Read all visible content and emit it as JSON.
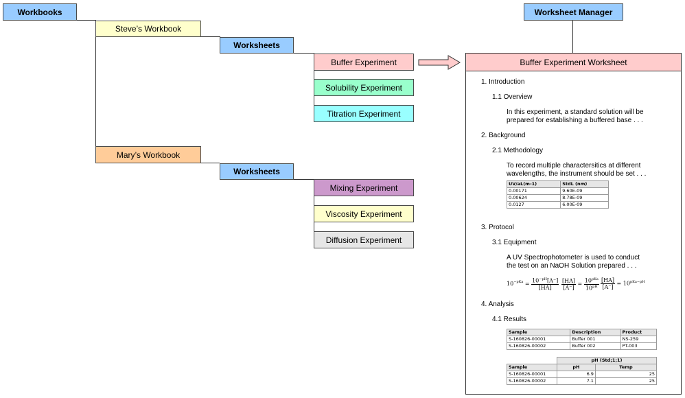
{
  "tree": {
    "root_label": "Workbooks",
    "workbooks": [
      {
        "label": "Steve’s Workbook",
        "color": "#ffffcc",
        "worksheets_label": "Worksheets",
        "worksheets": [
          {
            "label": "Buffer Experiment",
            "color": "#ffcccc"
          },
          {
            "label": "Solubility Experiment",
            "color": "#99ffcc"
          },
          {
            "label": "Titration Experiment",
            "color": "#99ffff"
          }
        ]
      },
      {
        "label": "Mary’s Workbook",
        "color": "#ffcc99",
        "worksheets_label": "Worksheets",
        "worksheets": [
          {
            "label": "Mixing Experiment",
            "color": "#cc99cc"
          },
          {
            "label": "Viscosity Experiment",
            "color": "#ffffcc"
          },
          {
            "label": "Diffusion Experiment",
            "color": "#e6e6e6"
          }
        ]
      }
    ]
  },
  "manager": {
    "label": "Worksheet Manager",
    "color": "#99ccff"
  },
  "document": {
    "title": "Buffer Experiment Worksheet",
    "sections": [
      {
        "heading": "1.  Introduction",
        "sub": "1.1  Overview",
        "text": [
          "In this experiment, a standard solution will be",
          "prepared for establishing a buffered base . . ."
        ]
      },
      {
        "heading": "2.  Background",
        "sub": "2.1  Methodology",
        "text": [
          "To record multiple charactersitics at different",
          "wavelengths, the instrument should be set . . ."
        ]
      },
      {
        "heading": "3.  Protocol",
        "sub": "3.1  Equipment",
        "text": [
          "A UV Spectrophotometer is used to conduct",
          "the test on an NaOH Solution prepared . . ."
        ]
      },
      {
        "heading": "4.  Analysis",
        "sub": "4.1  Results"
      }
    ],
    "uv_table": {
      "headers": [
        "UV/aL(m-1)",
        "StdL (nm)"
      ],
      "rows": [
        [
          "0.00171",
          "9.60E-09"
        ],
        [
          "0.00624",
          "8.78E-09"
        ],
        [
          "0.0127",
          "6.00E-09"
        ]
      ]
    },
    "equations": {
      "e1_lhs": "10",
      "e1_lhs_sup": "−pKa",
      "e1_num": "10",
      "e1_num_sup": "−pH",
      "e1_num_rest": "[A⁻]",
      "e1_den": "[HA]",
      "e2_num_l": "[HA]",
      "e2_den_l": "[A⁻]",
      "e2_num_r": "10",
      "e2_num_r_sup": "pKa",
      "e2_den_r": "10",
      "e2_den_r_sup": "pH",
      "e3_num": "[HA]",
      "e3_den": "[A⁻]",
      "e3_rhs": "10",
      "e3_rhs_sup": "pKa−pH"
    },
    "results_table": {
      "headers": [
        "Sample",
        "Description",
        "Product"
      ],
      "rows": [
        [
          "S-160826-00001",
          "Buffer 001",
          "NS-259"
        ],
        [
          "S-160826-00002",
          "Buffer 002",
          "PT-003"
        ]
      ]
    },
    "ph_table": {
      "group_header": "pH (Std;1;1)",
      "headers": [
        "Sample",
        "pH",
        "Temp"
      ],
      "rows": [
        [
          "S-160826-00001",
          "6.9",
          "25"
        ],
        [
          "S-160826-00002",
          "7.1",
          "25"
        ]
      ]
    }
  }
}
